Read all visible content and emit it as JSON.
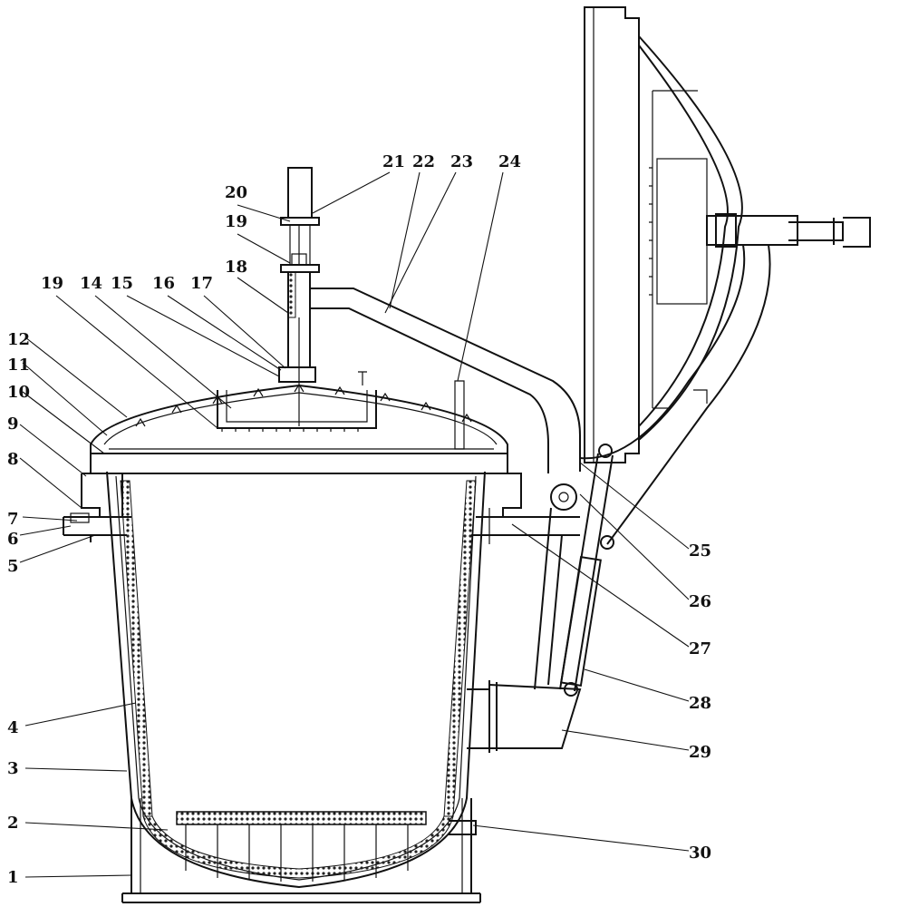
{
  "figure": {
    "labels": [
      "1",
      "2",
      "3",
      "4",
      "5",
      "6",
      "7",
      "8",
      "9",
      "10",
      "11",
      "12",
      "19",
      "14",
      "15",
      "16",
      "17",
      "18",
      "19",
      "20",
      "21",
      "22",
      "23",
      "24",
      "25",
      "26",
      "27",
      "28",
      "29",
      "30"
    ]
  }
}
